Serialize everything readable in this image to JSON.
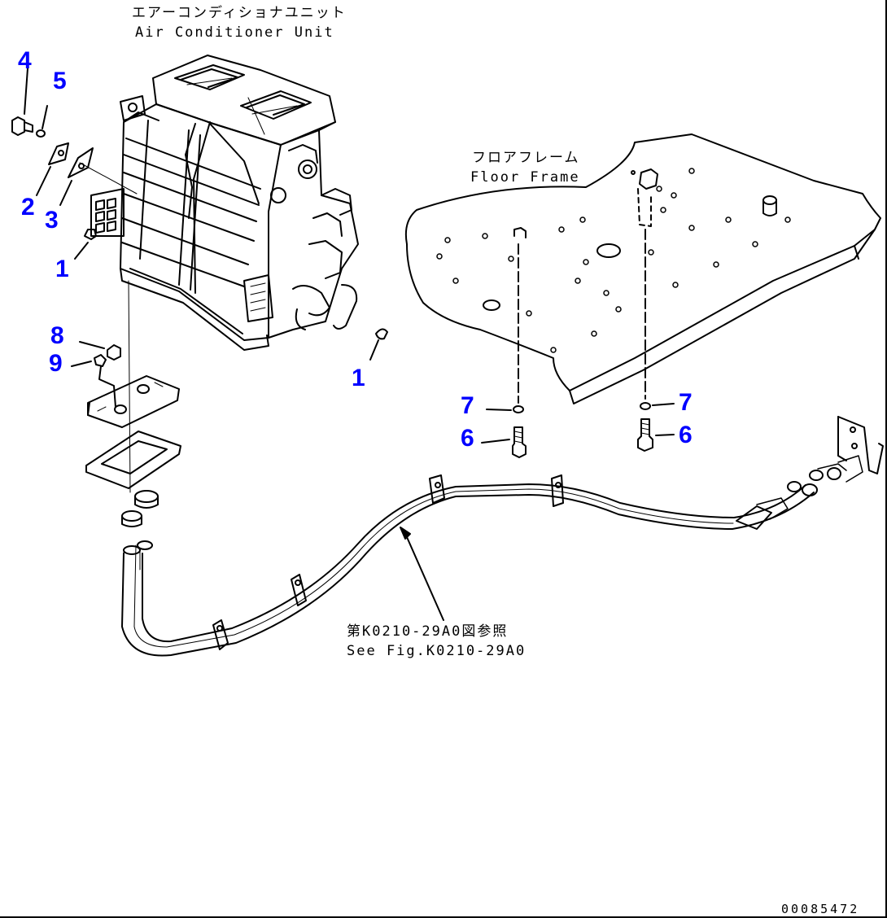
{
  "labels": {
    "air_conditioner_jp": "エアーコンディショナユニット",
    "air_conditioner_en": "Air Conditioner Unit",
    "floor_frame_jp": "フロアフレーム",
    "floor_frame_en": "Floor Frame",
    "see_fig_jp": "第K0210-29A0図参照",
    "see_fig_en": "See Fig.K0210-29A0"
  },
  "callouts": {
    "c1a": "1",
    "c1b": "1",
    "c2": "2",
    "c3": "3",
    "c4": "4",
    "c5": "5",
    "c6a": "6",
    "c6b": "6",
    "c7a": "7",
    "c7b": "7",
    "c8": "8",
    "c9": "9"
  },
  "drawing_number": "00085472",
  "colors": {
    "callout": "#0000ff",
    "line": "#000000",
    "background": "#ffffff"
  }
}
